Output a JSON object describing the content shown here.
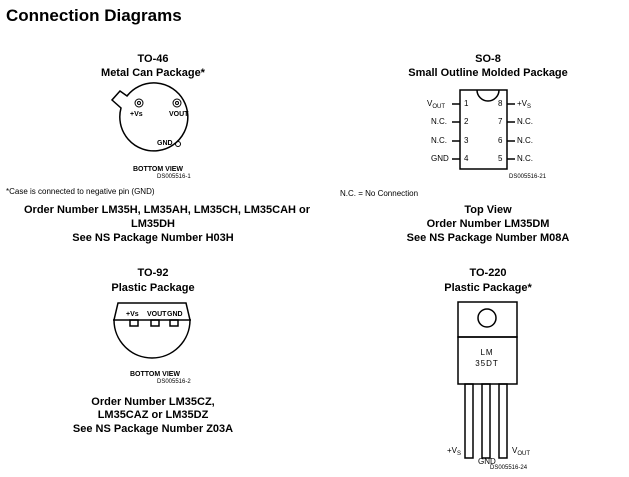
{
  "title": "Connection Diagrams",
  "to46": {
    "name": "TO-46",
    "package": "Metal Can Package*",
    "pin_vs": "+Vs",
    "pin_vout": "VOUT",
    "pin_gnd": "GND",
    "view": "BOTTOM VIEW",
    "ds": "DS005516-1",
    "footnote": "*Case is connected to negative pin (GND)",
    "order1": "Order Number LM35H, LM35AH, LM35CH, LM35CAH or",
    "order2": "LM35DH",
    "ns": "See NS Package Number H03H"
  },
  "so8": {
    "name": "SO-8",
    "package": "Small Outline Molded Package",
    "pins": [
      {
        "n": "1",
        "label": "V",
        "sub": "OUT"
      },
      {
        "n": "2",
        "label": "N.C."
      },
      {
        "n": "3",
        "label": "N.C."
      },
      {
        "n": "4",
        "label": "GND"
      },
      {
        "n": "8",
        "label": "+V",
        "sub": "S"
      },
      {
        "n": "7",
        "label": "N.C."
      },
      {
        "n": "6",
        "label": "N.C."
      },
      {
        "n": "5",
        "label": "N.C."
      }
    ],
    "ds": "DS005516-21",
    "nc_note": "N.C. = No Connection",
    "view": "Top View",
    "order": "Order Number LM35DM",
    "ns": "See NS Package Number M08A"
  },
  "to92": {
    "name": "TO-92",
    "package": "Plastic Package",
    "pin_vs": "+Vs",
    "pin_vout": "VOUT",
    "pin_gnd": "GND",
    "view": "BOTTOM VIEW",
    "ds": "DS005516-2",
    "order1": "Order Number LM35CZ,",
    "order2": "LM35CAZ or LM35DZ",
    "ns": "See NS Package Number Z03A"
  },
  "to220": {
    "name": "TO-220",
    "package": "Plastic Package*",
    "mark1": "LM",
    "mark2": "35DT",
    "pin_vs": "+V",
    "pin_vs_sub": "S",
    "pin_gnd": "GND",
    "pin_vout": "V",
    "pin_vout_sub": "OUT",
    "ds": "DS005516-24"
  }
}
